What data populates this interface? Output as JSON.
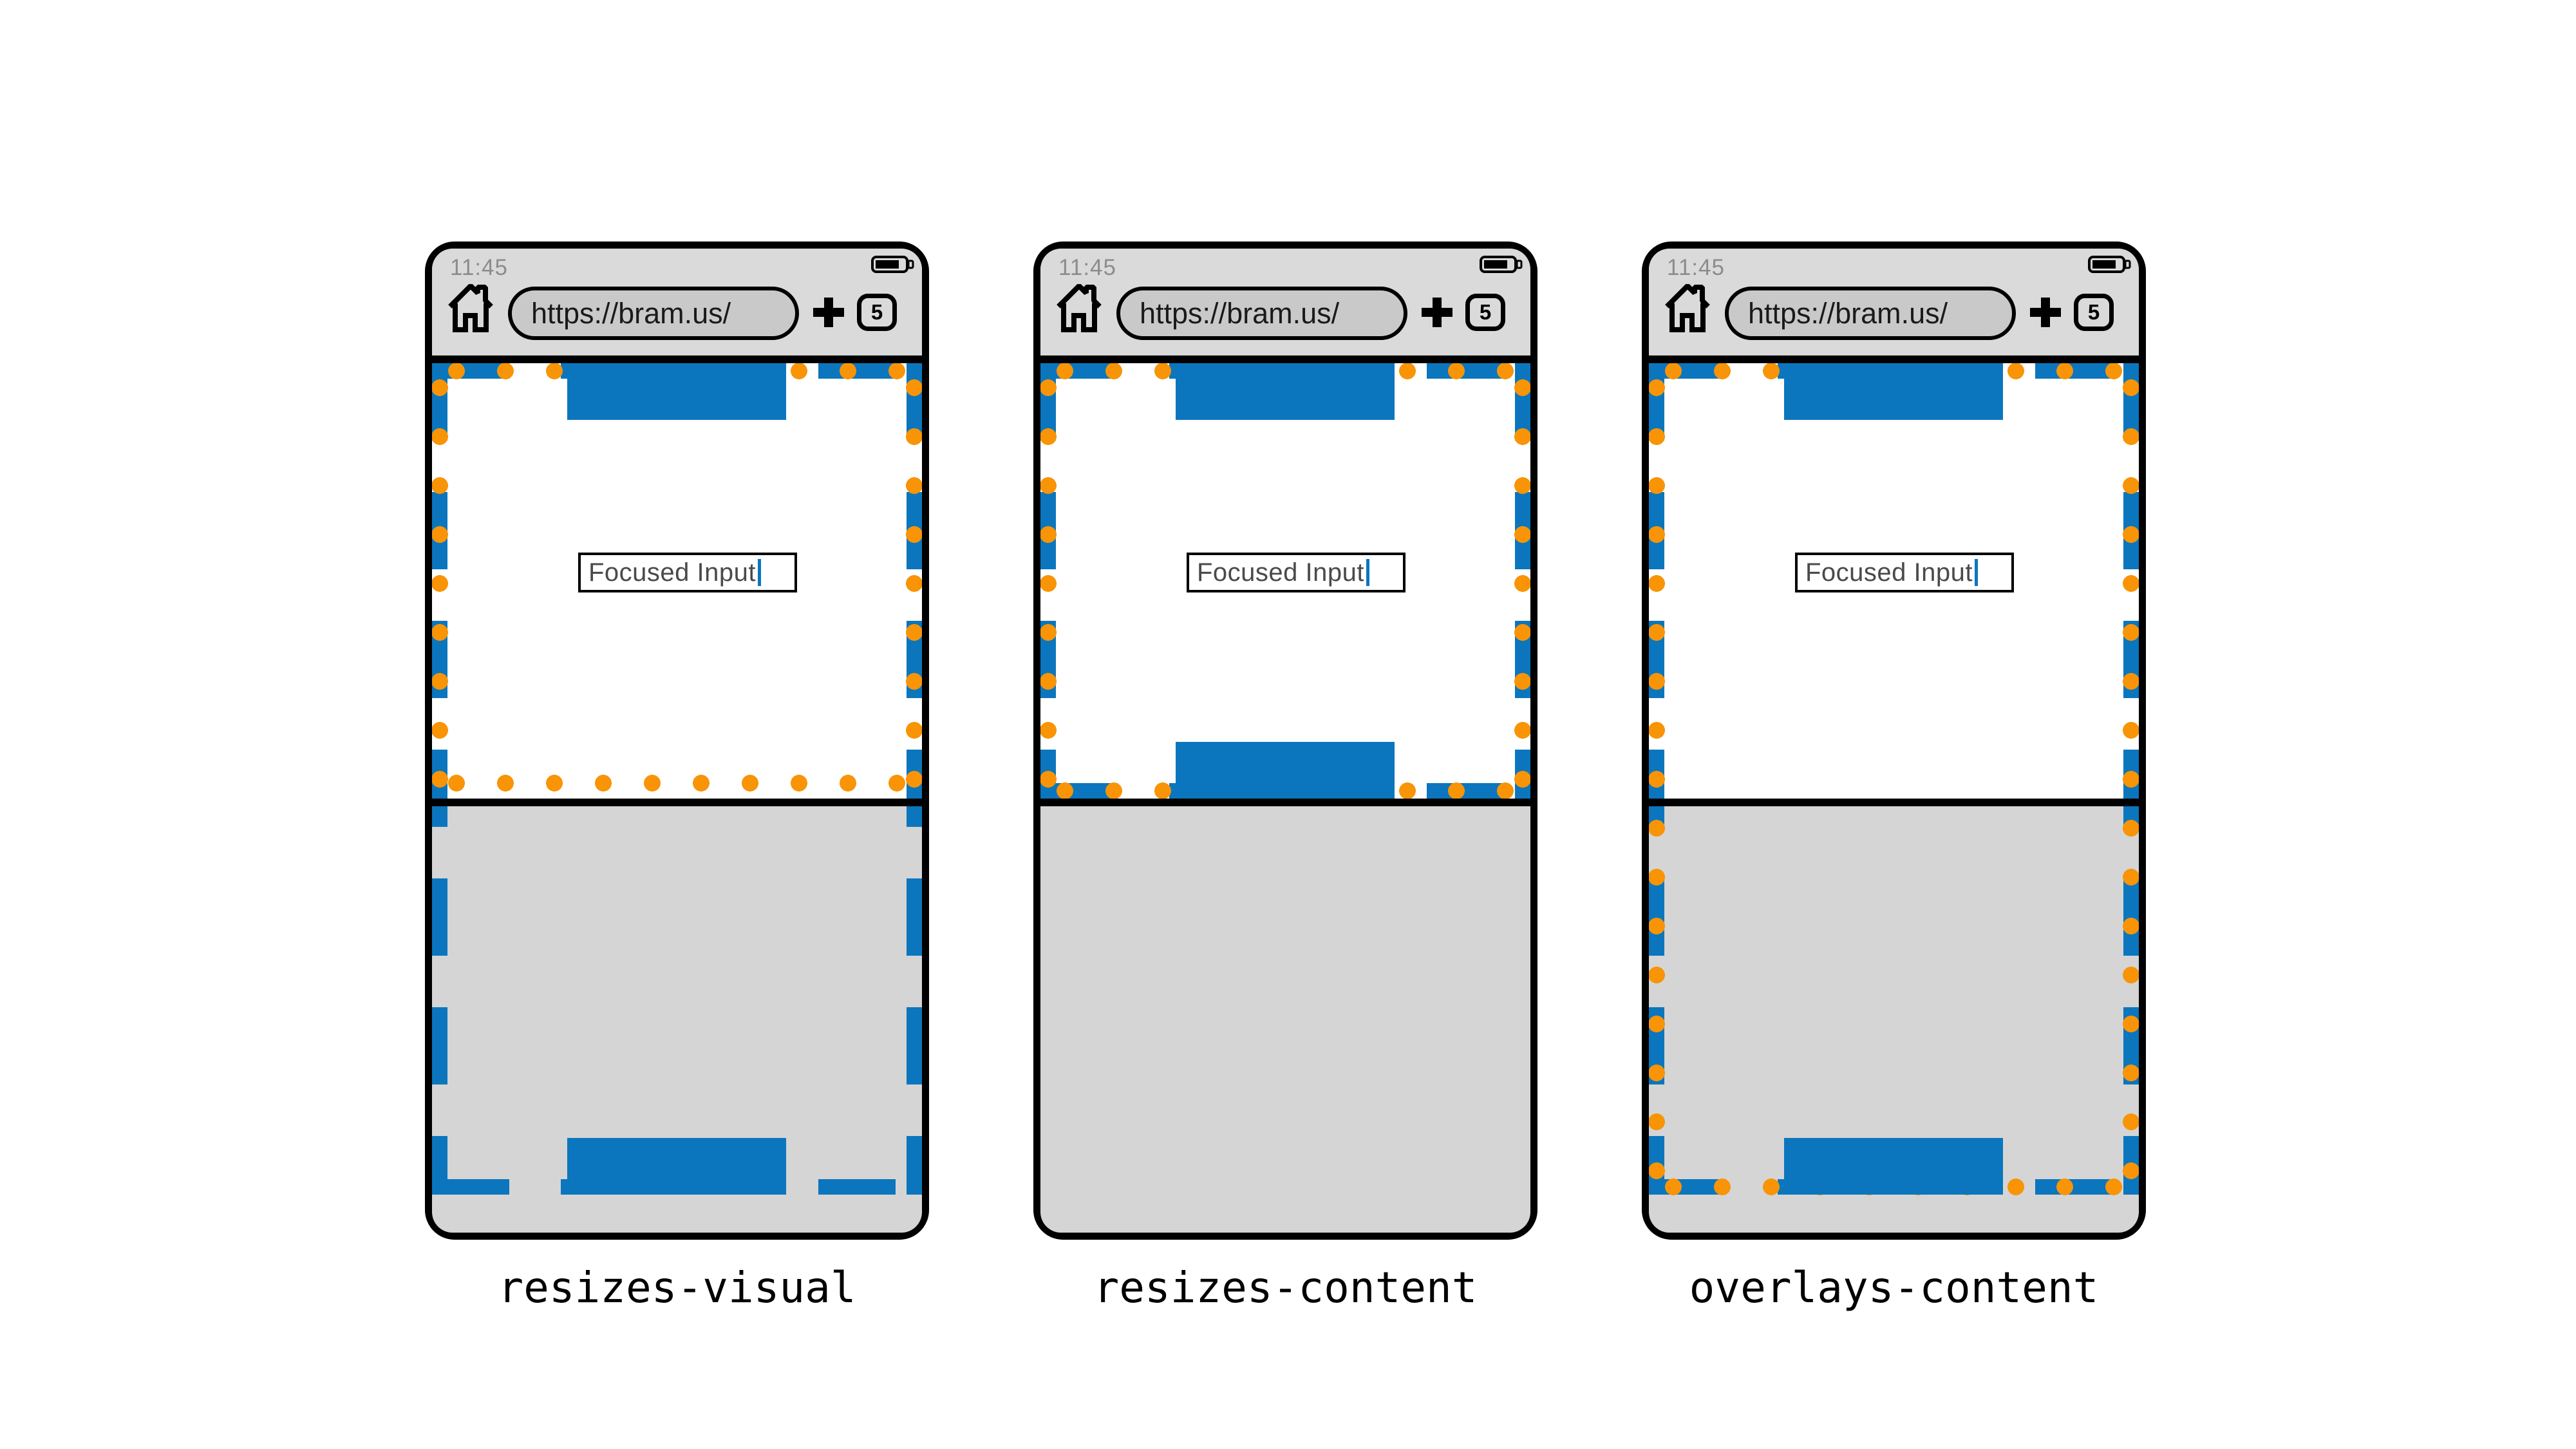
{
  "browser": {
    "time": "11:45",
    "url": "https://bram.us/",
    "tab_count": "5"
  },
  "page": {
    "input_value": "Focused Input"
  },
  "phones": [
    {
      "label": "resizes-visual"
    },
    {
      "label": "resizes-content"
    },
    {
      "label": "overlays-content"
    }
  ],
  "colors": {
    "layout_viewport_dash": "#0b76bd",
    "visual_viewport_dots": "#f89406",
    "chrome_bg": "#dadada",
    "url_pill_bg": "#c9c9c9",
    "keyboard_bg": "#d5d5d5",
    "caret": "#0b76bd"
  },
  "icons": {
    "home": "home-icon",
    "battery": "battery-icon",
    "new_tab": "plus-icon",
    "tab_counter": "tab-counter-badge",
    "caret": "text-caret-icon"
  }
}
